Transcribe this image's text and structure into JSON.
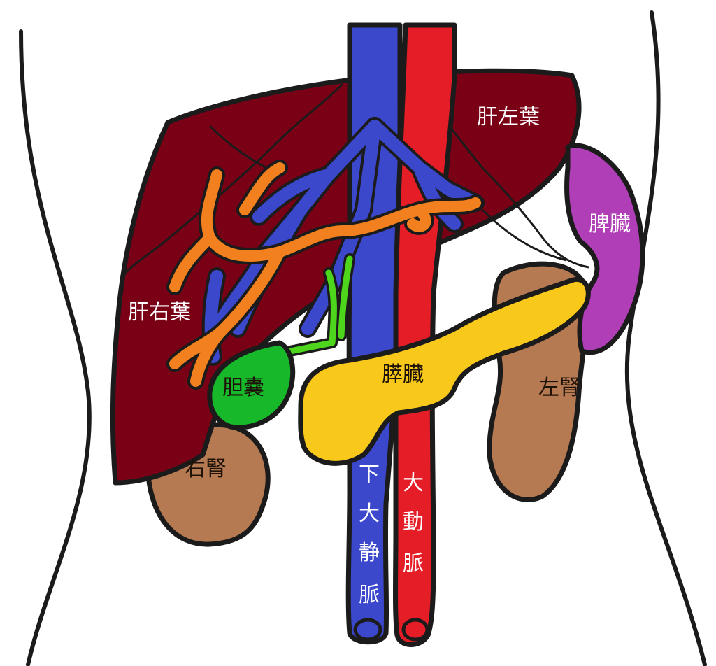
{
  "labels": {
    "liver_left_lobe": "肝左葉",
    "liver_right_lobe": "肝右葉",
    "spleen": "脾臓",
    "pancreas": "膵臓",
    "gallbladder": "胆嚢",
    "left_kidney": "左腎",
    "right_kidney": "右腎",
    "ivc": [
      "下",
      "大",
      "静",
      "脈"
    ],
    "aorta": [
      "大",
      "動",
      "脈"
    ]
  },
  "colors": {
    "liver": "#7a0016",
    "vein": "#3b48cc",
    "artery": "#e41d27",
    "bile_duct": "#f2801f",
    "gallbladder": "#17b829",
    "bile_green": "#4ed61c",
    "pancreas": "#f8c81a",
    "spleen": "#b03eb6",
    "kidney": "#b67a52",
    "outline": "#1b1b1b"
  }
}
